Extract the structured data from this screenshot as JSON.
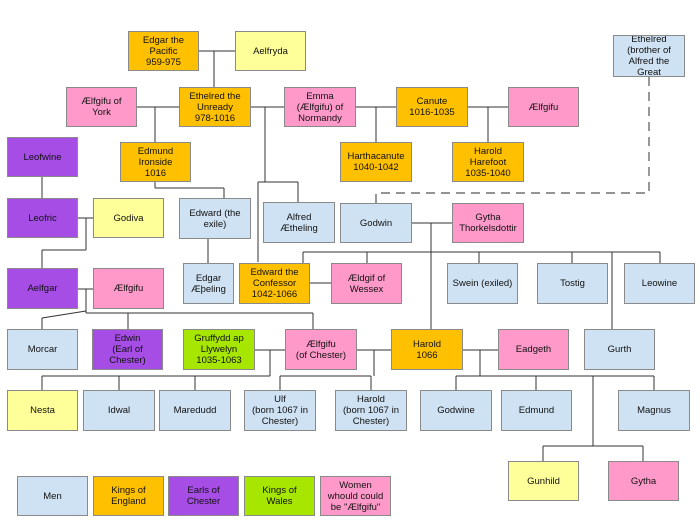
{
  "colors": {
    "men": "#cfe2f3",
    "kings_of_england": "#ffc000",
    "earls_of_chester": "#a64de6",
    "kings_of_wales": "#a6e600",
    "women_aelfgifu": "#ff99c9",
    "women": "#ffff99"
  },
  "people": {
    "edgar": {
      "label": "Edgar the\nPacific\n959-975",
      "group": "kings_of_england"
    },
    "aelfryda": {
      "label": "Aelfryda",
      "group": "women"
    },
    "ethelred_brother": {
      "label": "Ethelred\n(brother of\nAlfred the\nGreat",
      "group": "men"
    },
    "aelfgifu_york": {
      "label": "Ælfgifu of\nYork",
      "group": "women_aelfgifu"
    },
    "ethelred_unready": {
      "label": "Ethelred the\nUnready\n978-1016",
      "group": "kings_of_england"
    },
    "emma": {
      "label": "Emma\n(Ælfgifu) of\nNormandy",
      "group": "women_aelfgifu"
    },
    "canute": {
      "label": "Canute\n1016-1035",
      "group": "kings_of_england"
    },
    "aelfgifu_canute": {
      "label": "Ælfgifu",
      "group": "women_aelfgifu"
    },
    "leofwine_earl": {
      "label": "Leofwine",
      "group": "earls_of_chester"
    },
    "edmund_ironside": {
      "label": "Edmund\nIronside\n1016",
      "group": "kings_of_england"
    },
    "harthacanute": {
      "label": "Harthacanute\n1040-1042",
      "group": "kings_of_england"
    },
    "harold_harefoot": {
      "label": "Harold\nHarefoot\n1035-1040",
      "group": "kings_of_england"
    },
    "leofric": {
      "label": "Leofric",
      "group": "earls_of_chester"
    },
    "godiva": {
      "label": "Godiva",
      "group": "women"
    },
    "edward_exile": {
      "label": "Edward (the\nexile)",
      "group": "men"
    },
    "alfred_aetheling": {
      "label": "Alfred\nÆtheling",
      "group": "men"
    },
    "godwin": {
      "label": "Godwin",
      "group": "men"
    },
    "gytha_thorkelsdottir": {
      "label": "Gytha\nThorkelsdottir",
      "group": "women_aelfgifu"
    },
    "aelfgar": {
      "label": "Aelfgar",
      "group": "earls_of_chester"
    },
    "aelfgifu_aelfgar": {
      "label": "Ælfgifu",
      "group": "women_aelfgifu"
    },
    "edgar_aetheling": {
      "label": "Edgar\nÆþeling",
      "group": "men"
    },
    "edward_confessor": {
      "label": "Edward the\nConfessor\n1042-1066",
      "group": "kings_of_england"
    },
    "aeldgif_wessex": {
      "label": "Ældgif of\nWessex",
      "group": "women_aelfgifu"
    },
    "swein": {
      "label": "Swein (exiled)",
      "group": "men"
    },
    "tostig": {
      "label": "Tostig",
      "group": "men"
    },
    "leowine_son": {
      "label": "Leowine",
      "group": "men"
    },
    "morcar": {
      "label": "Morcar",
      "group": "men"
    },
    "edwin": {
      "label": "Edwin\n(Earl of\nChester)",
      "group": "earls_of_chester"
    },
    "gruffydd": {
      "label": "Gruffydd ap\nLlywelyn\n1035-1063",
      "group": "kings_of_wales"
    },
    "aelfgifu_chester": {
      "label": "Ælfgifu\n(of Chester)",
      "group": "women_aelfgifu"
    },
    "harold_1066": {
      "label": "Harold\n1066",
      "group": "kings_of_england"
    },
    "eadgeth": {
      "label": "Eadgeth",
      "group": "women_aelfgifu"
    },
    "gurth": {
      "label": "Gurth",
      "group": "men"
    },
    "nesta": {
      "label": "Nesta",
      "group": "women"
    },
    "idwal": {
      "label": "Idwal",
      "group": "men"
    },
    "maredudd": {
      "label": "Maredudd",
      "group": "men"
    },
    "ulf": {
      "label": "Ulf\n(born 1067 in\nChester)",
      "group": "men"
    },
    "harold_1067": {
      "label": "Harold\n(born 1067 in\nChester)",
      "group": "men"
    },
    "godwine": {
      "label": "Godwine",
      "group": "men"
    },
    "edmund_son": {
      "label": "Edmund",
      "group": "men"
    },
    "magnus": {
      "label": "Magnus",
      "group": "men"
    },
    "gunhild": {
      "label": "Gunhild",
      "group": "women"
    },
    "gytha_daughter": {
      "label": "Gytha",
      "group": "women_aelfgifu"
    }
  },
  "legend": [
    {
      "label": "Men",
      "group": "men"
    },
    {
      "label": "Kings of\nEngland",
      "group": "kings_of_england"
    },
    {
      "label": "Earls of\nChester",
      "group": "earls_of_chester"
    },
    {
      "label": "Kings of\nWales",
      "group": "kings_of_wales"
    },
    {
      "label": "Women\nwhould could\nbe \"Ælfgifu\"",
      "group": "women_aelfgifu"
    }
  ]
}
